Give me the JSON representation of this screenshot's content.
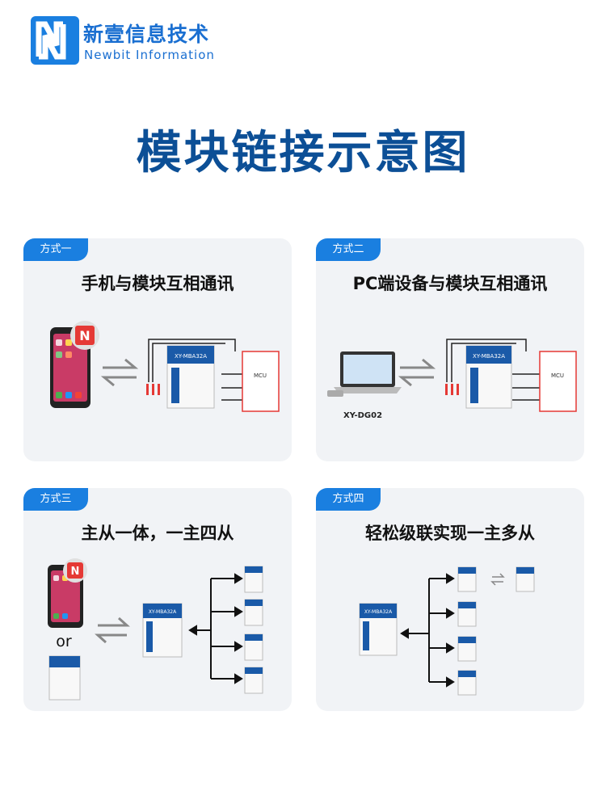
{
  "brand": {
    "name_cn": "新壹信息技术",
    "name_en": "Newbit Information",
    "logo_letter": "N",
    "color": "#1a6fd1"
  },
  "main_title": "模块链接示意图",
  "panels": [
    {
      "tag": "方式一",
      "title": "手机与模块互相通讯",
      "labels": {
        "module": "XY-MBA32A",
        "mcu": "MCU",
        "phone_badge": "N"
      }
    },
    {
      "tag": "方式二",
      "title": "PC端设备与模块互相通讯",
      "labels": {
        "module": "XY-MBA32A",
        "mcu": "MCU",
        "dongle": "XY-DG02"
      }
    },
    {
      "tag": "方式三",
      "title": "主从一体，一主四从",
      "labels": {
        "module": "XY-MBA32A",
        "or": "or",
        "phone_badge": "N"
      }
    },
    {
      "tag": "方式四",
      "title": "轻松级联实现一主多从",
      "labels": {
        "module": "XY-MBA32A"
      }
    }
  ],
  "colors": {
    "accent": "#1a7fe0",
    "title": "#0c4f96",
    "panel": "#f1f3f6",
    "mcu_border": "#e53935"
  },
  "icons": [
    "phone-icon",
    "laptop-icon",
    "module-icon",
    "mcu-icon",
    "bidirectional-arrow-icon"
  ]
}
